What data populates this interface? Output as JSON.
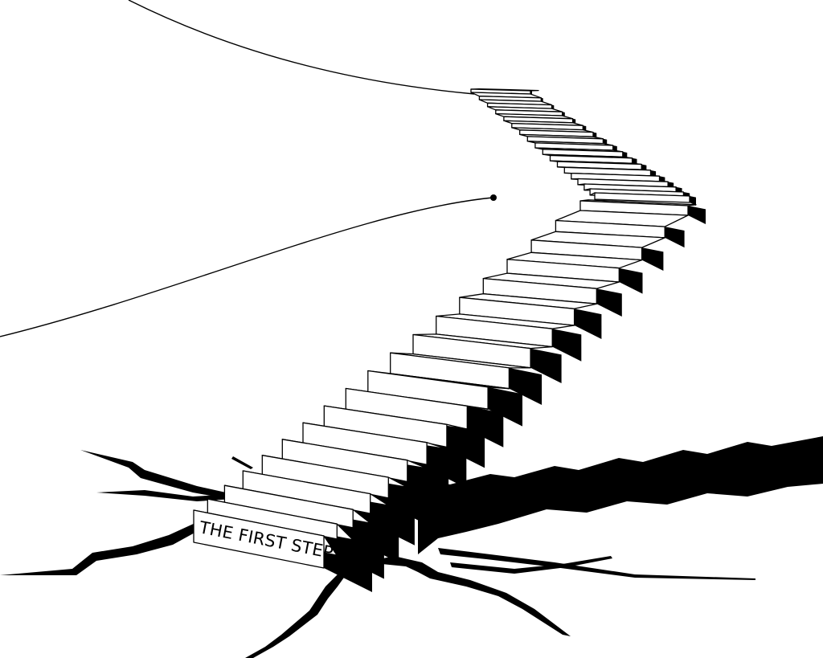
{
  "illustration": {
    "first_step_label": "THE FIRST STEP"
  },
  "colors": {
    "background": "#ffffff",
    "ink": "#000000"
  },
  "steps": {
    "lower_flight_count": 19,
    "upper_flight_count": 18
  }
}
